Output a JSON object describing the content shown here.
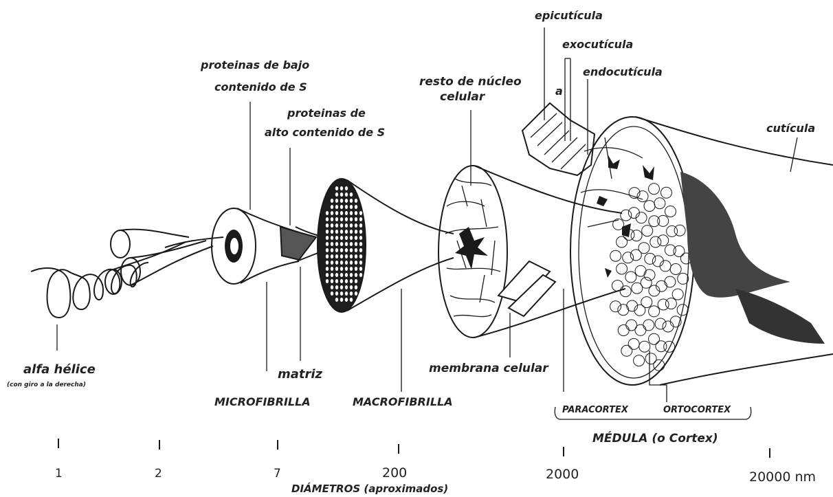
{
  "labels": {
    "epicuticula": "epicutícula",
    "exocuticula": "exocutícula",
    "endocuticula": "endocutícula",
    "a": "a",
    "cuticula": "cutícula",
    "proteinas_bajo_l1": "proteinas de bajo",
    "proteinas_bajo_l2": "contenido de S",
    "proteinas_alto_l1": "proteinas de",
    "proteinas_alto_l2": "alto contenido de S",
    "resto_nucleo_l1": "resto de núcleo",
    "resto_nucleo_l2": "celular",
    "alfa_helice": "alfa hélice",
    "alfa_helice_sub": "(con giro a la derecha)",
    "matriz": "matriz",
    "microfibrilla": "MICROFIBRILLA",
    "macrofibrilla": "MACROFIBRILLA",
    "membrana_celular": "membrana celular",
    "paracortex": "PARACORTEX",
    "ortocortex": "ORTOCORTEX",
    "medula": "MÉDULA (o Cortex)"
  },
  "scale": {
    "ticks": [
      "1",
      "2",
      "7",
      "200",
      "2000",
      "20000 nm"
    ],
    "title": "DIÁMETROS (aproximados)"
  }
}
